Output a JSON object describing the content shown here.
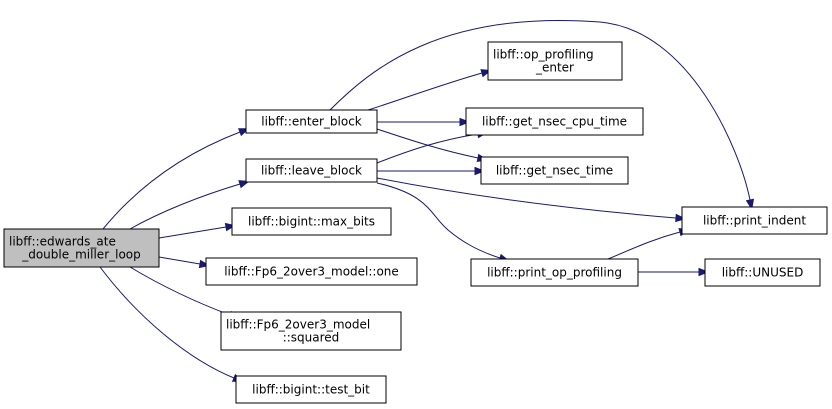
{
  "graph": {
    "nodes": {
      "root": {
        "lines": [
          "libff::edwards_ate",
          "_double_miller_loop"
        ]
      },
      "enter_block": {
        "lines": [
          "libff::enter_block"
        ]
      },
      "leave_block": {
        "lines": [
          "libff::leave_block"
        ]
      },
      "max_bits": {
        "lines": [
          "libff::bigint::max_bits"
        ]
      },
      "fp6_one": {
        "lines": [
          "libff::Fp6_2over3_model::one"
        ]
      },
      "fp6_squared": {
        "lines": [
          "libff::Fp6_2over3_model",
          "::squared"
        ]
      },
      "test_bit": {
        "lines": [
          "libff::bigint::test_bit"
        ]
      },
      "op_profiling_enter": {
        "lines": [
          "libff::op_profiling",
          "_enter"
        ]
      },
      "get_nsec_cpu_time": {
        "lines": [
          "libff::get_nsec_cpu_time"
        ]
      },
      "get_nsec_time": {
        "lines": [
          "libff::get_nsec_time"
        ]
      },
      "print_op_profiling": {
        "lines": [
          "libff::print_op_profiling"
        ]
      },
      "print_indent": {
        "lines": [
          "libff::print_indent"
        ]
      },
      "unused": {
        "lines": [
          "libff::UNUSED"
        ]
      }
    },
    "edges": [
      {
        "from": "root",
        "to": "enter_block"
      },
      {
        "from": "root",
        "to": "leave_block"
      },
      {
        "from": "root",
        "to": "max_bits"
      },
      {
        "from": "root",
        "to": "fp6_one"
      },
      {
        "from": "root",
        "to": "fp6_squared"
      },
      {
        "from": "root",
        "to": "test_bit"
      },
      {
        "from": "enter_block",
        "to": "op_profiling_enter"
      },
      {
        "from": "enter_block",
        "to": "get_nsec_cpu_time"
      },
      {
        "from": "enter_block",
        "to": "get_nsec_time"
      },
      {
        "from": "enter_block",
        "to": "print_indent"
      },
      {
        "from": "leave_block",
        "to": "get_nsec_cpu_time"
      },
      {
        "from": "leave_block",
        "to": "get_nsec_time"
      },
      {
        "from": "leave_block",
        "to": "print_indent"
      },
      {
        "from": "leave_block",
        "to": "print_op_profiling"
      },
      {
        "from": "print_op_profiling",
        "to": "print_indent"
      },
      {
        "from": "print_op_profiling",
        "to": "unused"
      }
    ],
    "colors": {
      "edge": "#191970",
      "root_fill": "#bfbfbf",
      "node_fill": "#ffffff",
      "border": "#000000"
    }
  }
}
